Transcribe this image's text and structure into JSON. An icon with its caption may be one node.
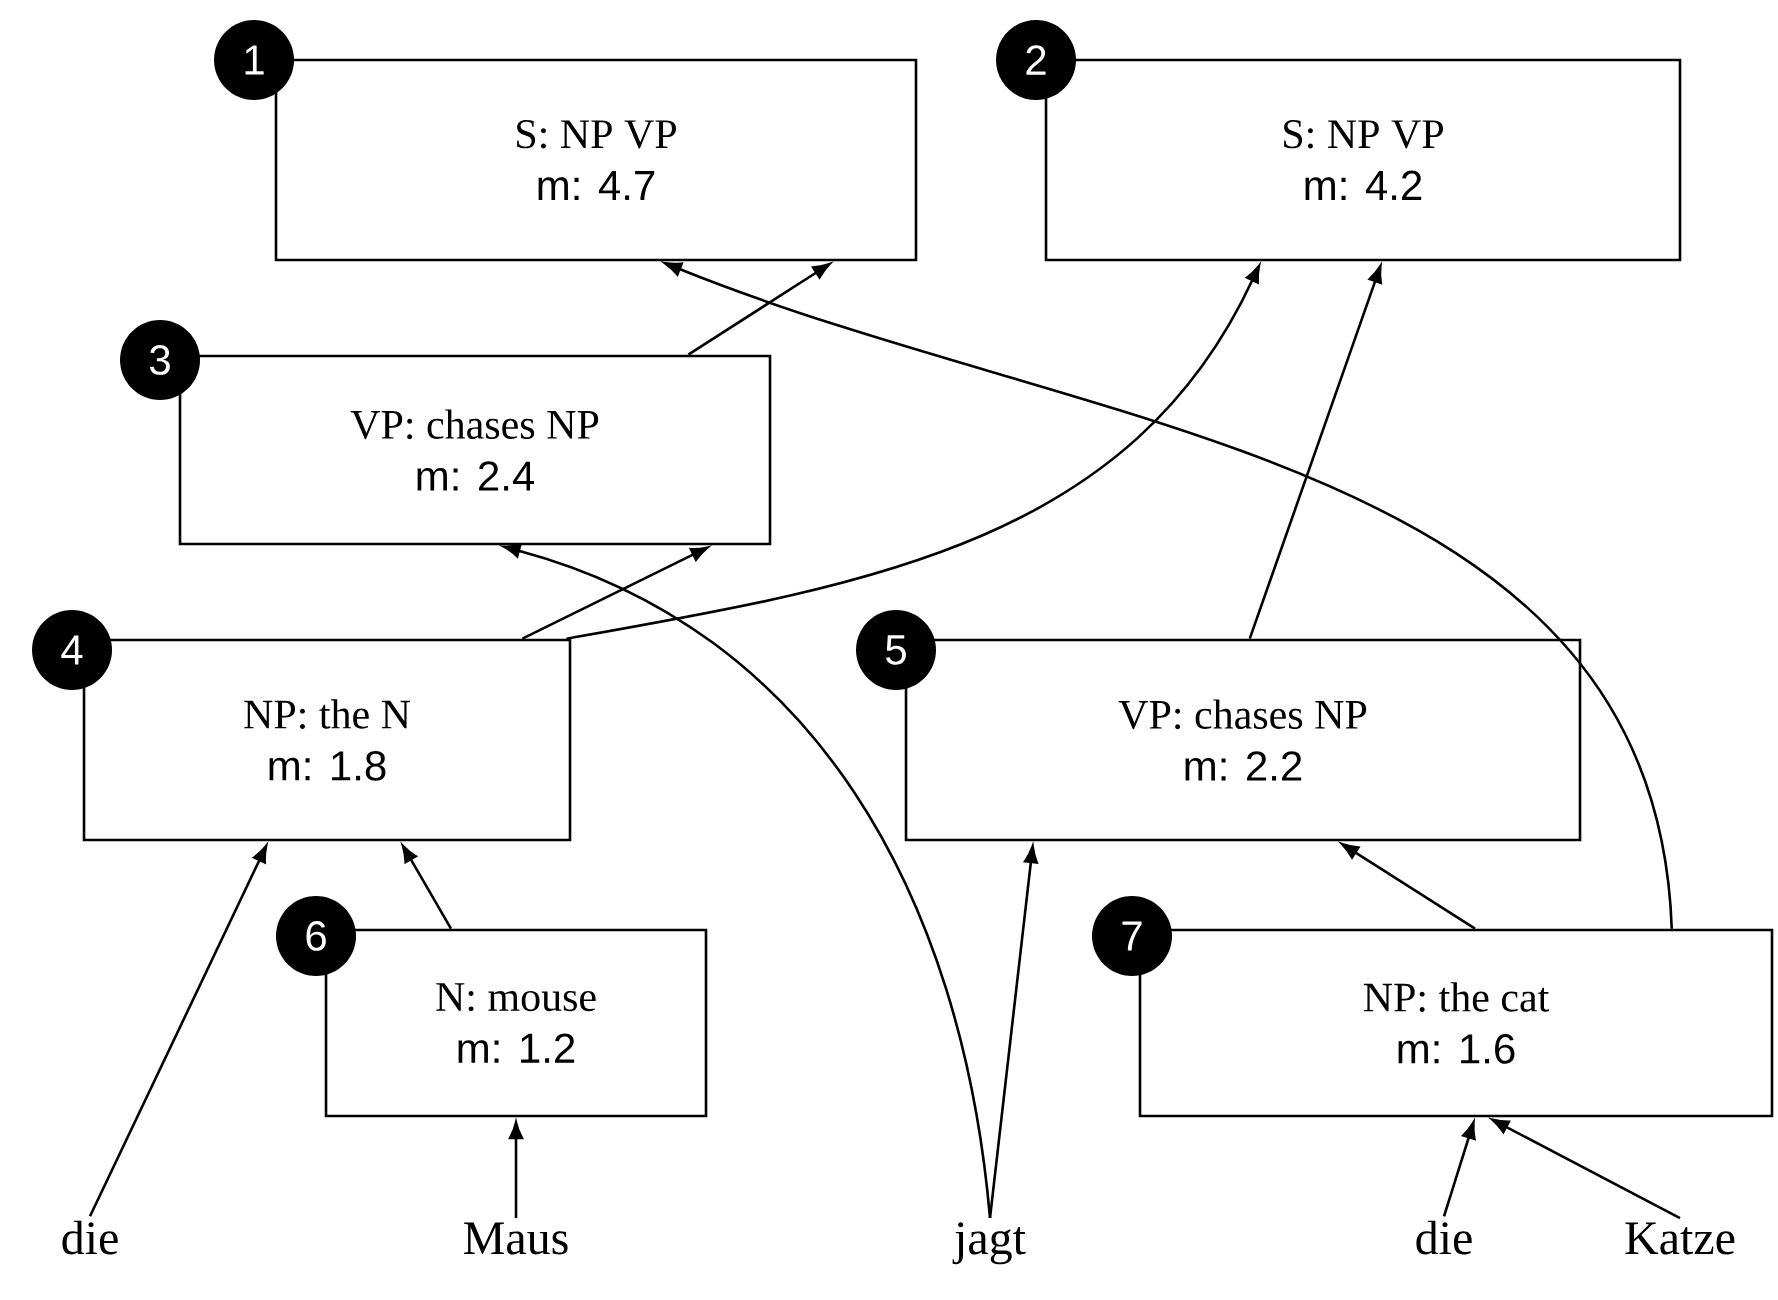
{
  "diagram": {
    "nodes": [
      {
        "text": [
          "S: NP  VP",
          "m: 4.7"
        ],
        "beside": [
          "1"
        ]
      },
      {
        "text": [
          "S: NP  VP",
          "m: 4.2"
        ],
        "beside": [
          "2"
        ]
      },
      {
        "text": [
          "VP: chases NP",
          "m: 2.4"
        ],
        "beside": [
          "3"
        ]
      },
      {
        "text": [
          "NP: the N",
          "m: 1.8"
        ],
        "beside": [
          "4"
        ]
      },
      {
        "text": [
          "VP: chases NP",
          "m: 2.2"
        ],
        "beside": [
          "5"
        ]
      },
      {
        "text": [
          "N: mouse",
          "m: 1.2"
        ],
        "beside": [
          "6"
        ]
      },
      {
        "text": [
          "NP: the cat",
          "m: 1.6"
        ],
        "beside": [
          "7"
        ]
      },
      {
        "text": [
          "die"
        ]
      },
      {
        "text": [
          "Maus"
        ]
      },
      {
        "text": [
          "jagt"
        ]
      },
      {
        "text": [
          "die"
        ]
      },
      {
        "text": [
          "Katze"
        ]
      }
    ],
    "edges": [
      {
        "from": 2,
        "to": 0,
        "arrow": "to"
      },
      {
        "from": 3,
        "to": 2,
        "arrow": "to"
      },
      {
        "from": 3,
        "to": 1,
        "arrow": "to"
      },
      {
        "from": 4,
        "to": 1,
        "arrow": "to"
      },
      {
        "from": 6,
        "to": 0,
        "arrow": "to"
      },
      {
        "from": 6,
        "to": 4,
        "arrow": "to"
      },
      {
        "from": 5,
        "to": 3,
        "arrow": "to"
      },
      {
        "from": 7,
        "to": 3,
        "arrow": "to"
      },
      {
        "from": 8,
        "to": 5,
        "arrow": "to"
      },
      {
        "from": 9,
        "to": 2,
        "arrow": "to"
      },
      {
        "from": 9,
        "to": 4,
        "arrow": "to"
      },
      {
        "from": 10,
        "to": 6,
        "arrow": "to"
      },
      {
        "from": 11,
        "to": 6,
        "arrow": "to"
      }
    ]
  }
}
